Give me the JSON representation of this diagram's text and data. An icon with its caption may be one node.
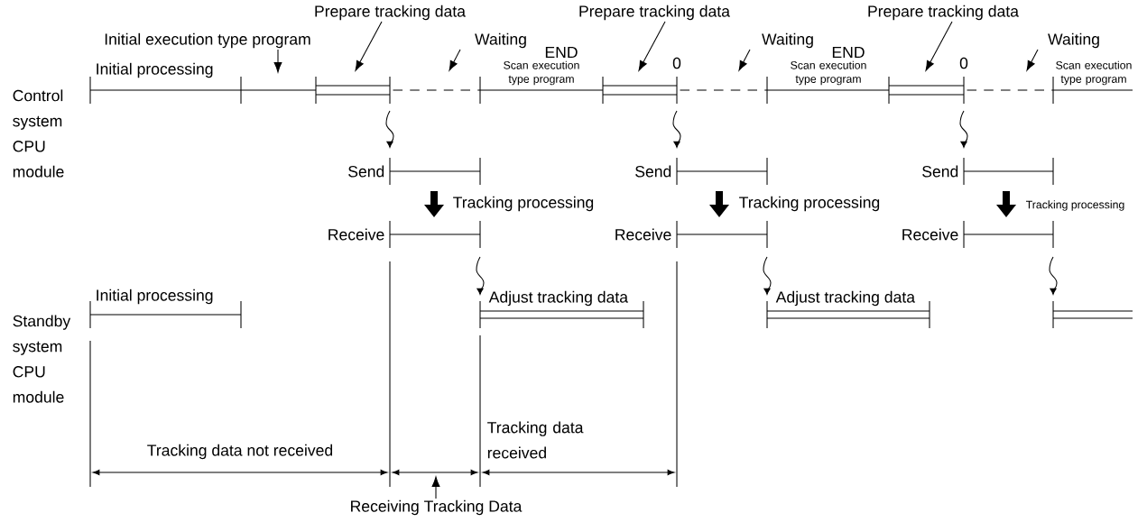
{
  "diagram": {
    "nodes": [
      {
        "text": [
          "Initial execution type program"
        ]
      },
      {
        "text": [
          "Prepare tracking data"
        ]
      },
      {
        "text": [
          "Waiting"
        ]
      },
      {
        "text": [
          "Prepare tracking data"
        ]
      },
      {
        "text": [
          "Waiting"
        ]
      },
      {
        "text": [
          "Prepare tracking data"
        ]
      },
      {
        "text": [
          "Waiting"
        ]
      },
      {
        "text": [
          "Receiving Tracking Data"
        ]
      }
    ],
    "edges": [
      {
        "from": 0,
        "to": null,
        "arrow": "to"
      },
      {
        "from": 1,
        "to": null,
        "arrow": "to"
      },
      {
        "from": 2,
        "to": null,
        "arrow": "to"
      },
      {
        "from": 3,
        "to": null,
        "arrow": "to"
      },
      {
        "from": 4,
        "to": null,
        "arrow": "to"
      },
      {
        "from": 5,
        "to": null,
        "arrow": "to"
      },
      {
        "from": 6,
        "to": null,
        "arrow": "to"
      },
      {
        "from": 7,
        "to": null,
        "arrow": "to"
      }
    ],
    "labels": [
      "Initial processing",
      "Control system CPU module",
      "Scan execution type program",
      "END",
      "0",
      "Scan execution type program",
      "END",
      "0",
      "Scan execution type program",
      "Send",
      "Send",
      "Send",
      "Tracking processing",
      "Tracking processing",
      "Tracking processing",
      "Receive",
      "Receive",
      "Receive",
      "Initial processing",
      "Standby system CPU module",
      "Adjust tracking data",
      "Adjust tracking data",
      "Tracking data received",
      "Tracking data not received"
    ]
  }
}
